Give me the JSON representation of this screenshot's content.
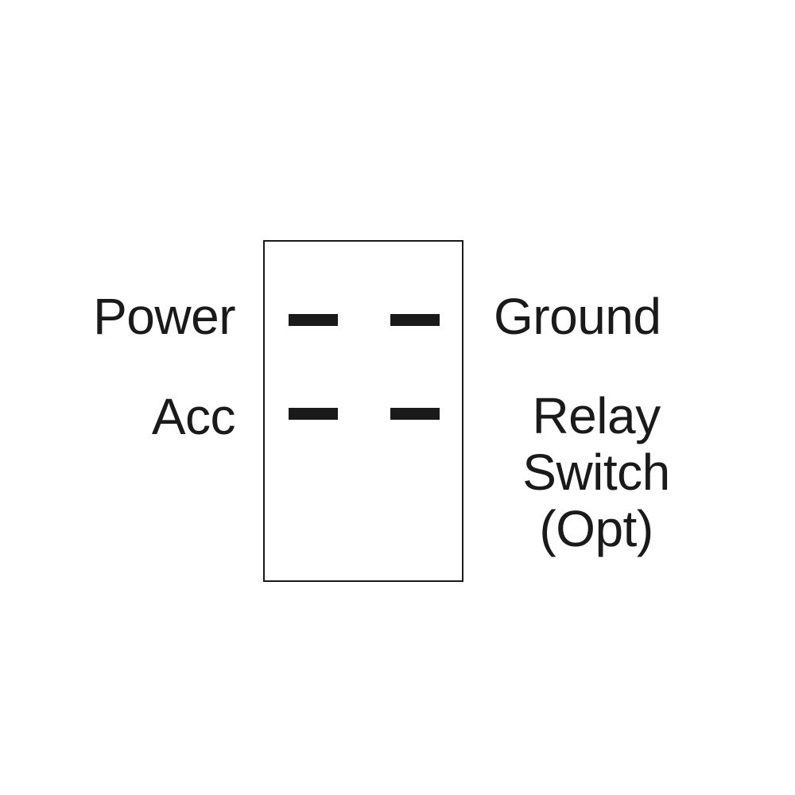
{
  "diagram": {
    "labels": {
      "power": "Power",
      "acc": "Acc",
      "ground": "Ground",
      "relay_lines": [
        "Relay",
        "Switch",
        "(Opt)"
      ]
    },
    "colors": {
      "line": "#1a1a1a",
      "background": "#ffffff"
    }
  }
}
